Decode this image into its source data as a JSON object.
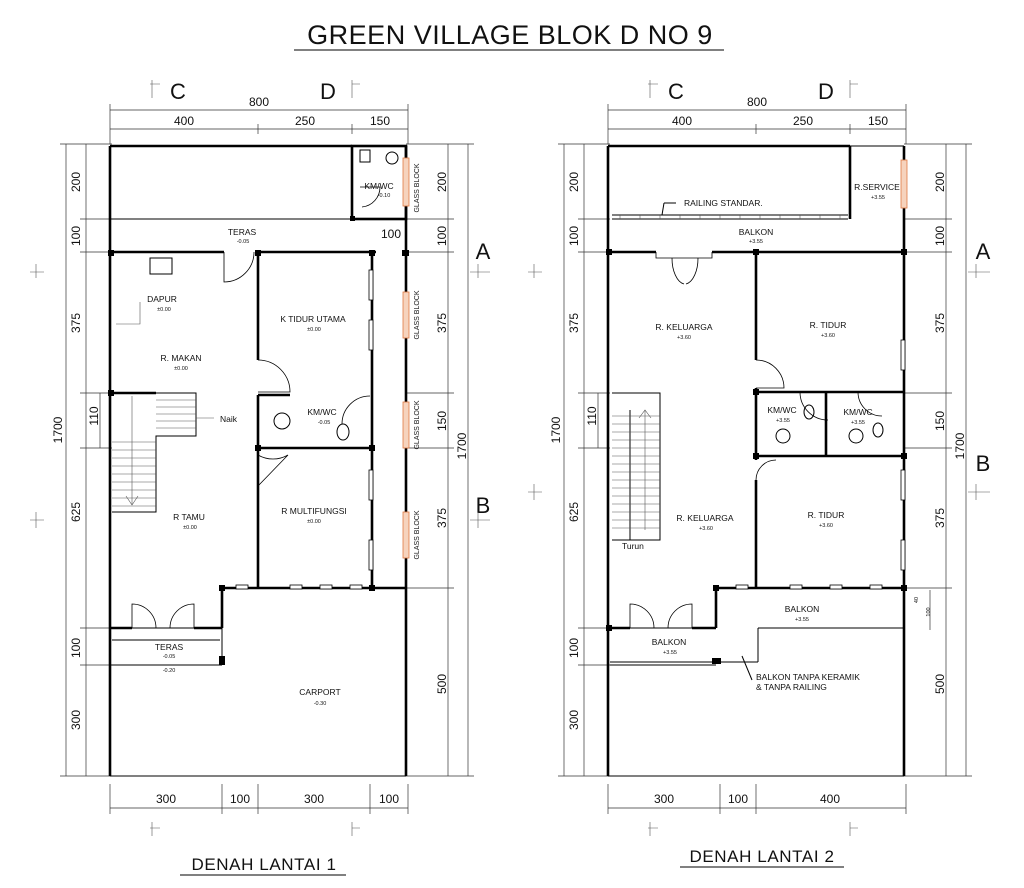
{
  "title": "GREEN VILLAGE  BLOK D NO 9",
  "floor1": {
    "label": "DENAH  LANTAI 1",
    "top_dims": [
      "800",
      "400",
      "250",
      "150"
    ],
    "bottom_dims": [
      "300",
      "100",
      "300",
      "100"
    ],
    "left_dims": [
      "200",
      "100",
      "375",
      "110",
      "1700",
      "625",
      "100",
      "300"
    ],
    "right_dims": [
      "200",
      "100",
      "375",
      "150",
      "1700",
      "375",
      "500"
    ],
    "extra_dim": "100",
    "section_marks": [
      "C",
      "D",
      "A",
      "B"
    ],
    "glass_block": "GLASS BLOCK",
    "rooms": {
      "kmwc_top": {
        "name": "KM/WC",
        "level": "-0.10"
      },
      "teras_top": {
        "name": "TERAS",
        "level": "-0.05"
      },
      "dapur": {
        "name": "DAPUR",
        "level": "±0.00"
      },
      "kamar_utama": {
        "name": "K  TIDUR  UTAMA",
        "level": "±0.00"
      },
      "makan": {
        "name": "R.  MAKAN",
        "level": "±0.00"
      },
      "kmwc_mid": {
        "name": "KM/WC",
        "level": "-0.05"
      },
      "naik": {
        "name": "Naik"
      },
      "tamu": {
        "name": "R  TAMU",
        "level": "±0.00"
      },
      "multifungsi": {
        "name": "R  MULTIFUNGSI",
        "level": "±0.00"
      },
      "teras_bottom": {
        "name": "TERAS",
        "level": "-0.05",
        "level2": "-0.20"
      },
      "carport": {
        "name": "CARPORT",
        "level": "-0.30"
      }
    }
  },
  "floor2": {
    "label": "DENAH  LANTAI 2",
    "top_dims": [
      "800",
      "400",
      "250",
      "150"
    ],
    "bottom_dims": [
      "300",
      "100",
      "400"
    ],
    "left_dims": [
      "200",
      "100",
      "375",
      "110",
      "1700",
      "625",
      "100",
      "300"
    ],
    "right_dims": [
      "200",
      "100",
      "375",
      "150",
      "1700",
      "375",
      "500"
    ],
    "small_dims": [
      "40",
      "100"
    ],
    "section_marks": [
      "C",
      "D",
      "A",
      "B"
    ],
    "rooms": {
      "service": {
        "name": "R.SERVICE",
        "level": "+3.55"
      },
      "railing": {
        "name": "RAILING STANDAR."
      },
      "balkon_top": {
        "name": "BALKON",
        "level": "+3.55"
      },
      "keluarga_top": {
        "name": "R.  KELUARGA",
        "level": "+3.60"
      },
      "tidur_top": {
        "name": "R.  TIDUR",
        "level": "+3.60"
      },
      "kmwc_left": {
        "name": "KM/WC",
        "level": "+3.55"
      },
      "kmwc_right": {
        "name": "KM/WC",
        "level": "+3.55"
      },
      "keluarga_bottom": {
        "name": "R.  KELUARGA",
        "level": "+3.60"
      },
      "tidur_bottom": {
        "name": "R.  TIDUR",
        "level": "+3.60"
      },
      "turun": {
        "name": "Turun"
      },
      "balkon_right": {
        "name": "BALKON",
        "level": "+3.55"
      },
      "balkon_left": {
        "name": "BALKON",
        "level": "+3.55"
      },
      "balkon_note": {
        "line1": "BALKON TANPA KERAMIK",
        "line2": "& TANPA RAILING"
      }
    }
  }
}
